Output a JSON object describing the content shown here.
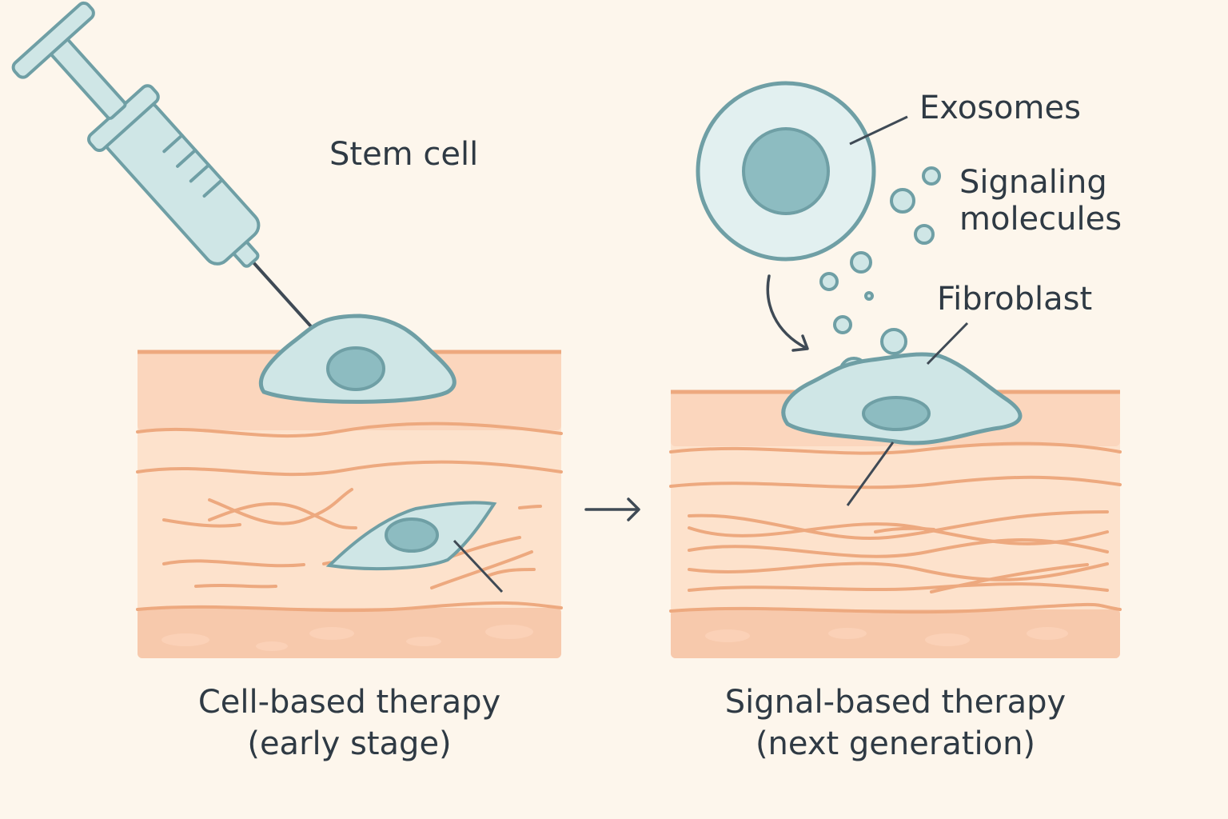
{
  "labels": {
    "stem_cell": "Stem cell",
    "exosomes": "Exosomes",
    "signaling_line1": "Signaling",
    "signaling_line2": "molecules",
    "fibroblast": "Fibroblast"
  },
  "captions": {
    "left_line1": "Cell-based therapy",
    "left_line2": "(early stage)",
    "right_line1": "Signal-based therapy",
    "right_line2": "(next generation)"
  },
  "colors": {
    "background": "#fdf6ec",
    "skin_top": "#fbd6bd",
    "skin_mid": "#fde2cc",
    "skin_base": "#f7c9ac",
    "fiber": "#eda97f",
    "cell_fill": "#cfe6e6",
    "cell_stroke": "#6f9fa5",
    "nucleus": "#8dbcc1",
    "text": "#2f3a44"
  }
}
